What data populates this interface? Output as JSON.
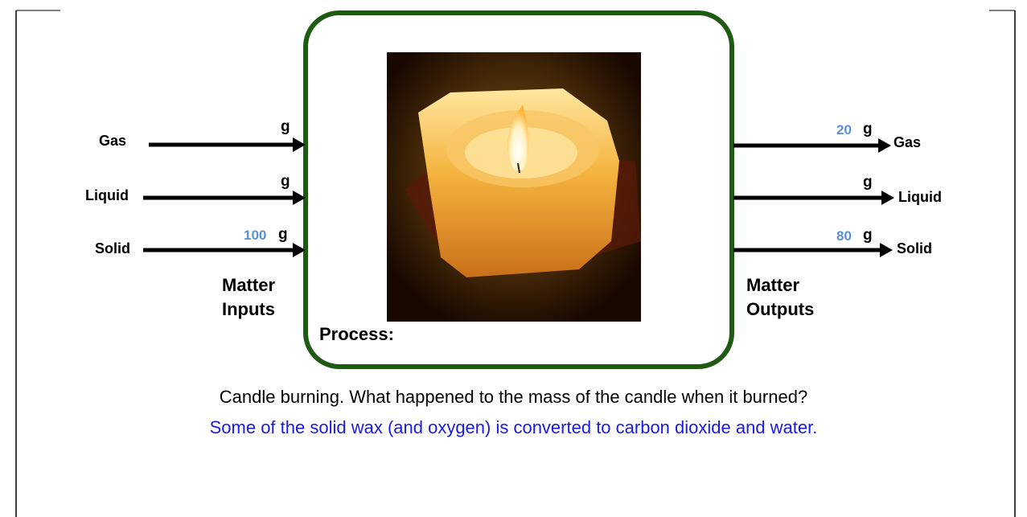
{
  "inputs": {
    "title_line1": "Matter",
    "title_line2": "Inputs",
    "rows": [
      {
        "label": "Gas",
        "value": "",
        "unit": "g"
      },
      {
        "label": "Liquid",
        "value": "",
        "unit": "g"
      },
      {
        "label": "Solid",
        "value": "100",
        "unit": "g"
      }
    ]
  },
  "outputs": {
    "title_line1": "Matter",
    "title_line2": "Outputs",
    "rows": [
      {
        "label": "Gas",
        "value": "20",
        "unit": "g"
      },
      {
        "label": "Liquid",
        "value": "",
        "unit": "g"
      },
      {
        "label": "Solid",
        "value": "80",
        "unit": "g"
      }
    ]
  },
  "process": {
    "label": "Process:",
    "image": "candle-photo",
    "border_color": "#1e5a12"
  },
  "caption": {
    "question": "Candle burning.  What happened to the mass of the candle when it burned?",
    "answer": "Some of the solid wax (and oxygen) is converted to carbon dioxide and water.",
    "answer_color": "#1a1ae6"
  },
  "colors": {
    "value_blue": "#5b8fd6",
    "arrow": "#000000"
  }
}
